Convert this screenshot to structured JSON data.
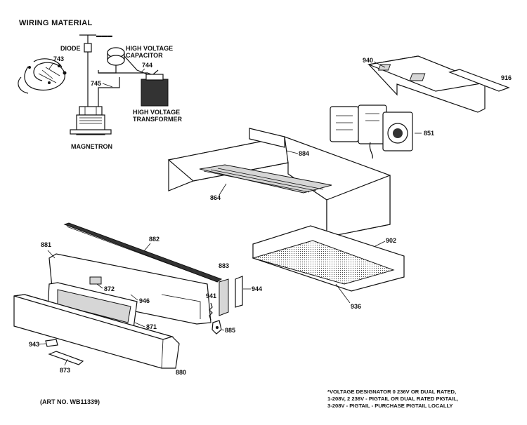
{
  "header": "WIRING MATERIAL",
  "wiring_labels": {
    "diode": "DIODE",
    "hv_capacitor_line1": "HIGH VOLTAGE",
    "hv_capacitor_line2": "CAPACITOR",
    "hv_transformer_line1": "HIGH VOLTAGE",
    "hv_transformer_line2": "TRANSFORMER",
    "magnetron": "MAGNETRON"
  },
  "part_numbers": {
    "p743": "743",
    "p744": "744",
    "p745": "745",
    "p940": "940",
    "p916": "916",
    "p851": "851",
    "p884": "884",
    "p864": "864",
    "p882": "882",
    "p881": "881",
    "p902": "902",
    "p883": "883",
    "p944": "944",
    "p872": "872",
    "p946": "946",
    "p941": "941",
    "p871": "871",
    "p936": "936",
    "p885": "885",
    "p943": "943",
    "p873": "873",
    "p880": "880"
  },
  "art_no": "(ART NO. WB11339)",
  "voltage_note": {
    "line1": "*VOLTAGE DESIGNATOR 0 236V OR DUAL RATED,",
    "line2": "1-208V, 2 236V - PIGTAIL OR DUAL RATED PIGTAIL,",
    "line3": "3-208V - PIGTAIL - PURCHASE PIGTAIL LOCALLY"
  }
}
